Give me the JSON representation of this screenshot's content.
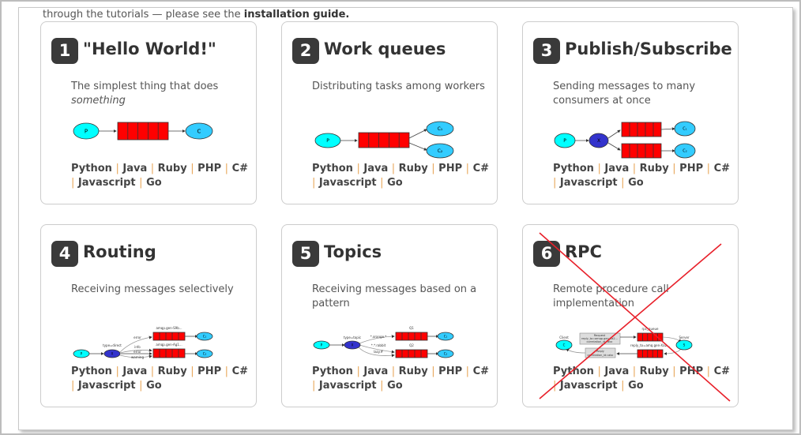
{
  "intro": {
    "text": "through the tutorials — please see the ",
    "link": "installation guide."
  },
  "colors": {
    "queue": "#ff0000",
    "producer": "#00ffff",
    "consumer": "#33ccff",
    "exchange": "#3333cc",
    "separator": "#e8a75a",
    "cross": "#e8202a"
  },
  "link_separator": "|",
  "cards": [
    {
      "num": "1",
      "title": "\"Hello World!\"",
      "desc": "The simplest thing that does ",
      "desc_em": "something",
      "diagram": "hello",
      "labels": {
        "p": "P",
        "c": "C"
      },
      "links": [
        "Python",
        "Java",
        "Ruby",
        "PHP",
        "C#",
        "Javascript",
        "Go"
      ]
    },
    {
      "num": "2",
      "title": "Work queues",
      "desc": "Distributing tasks among workers",
      "diagram": "work",
      "labels": {
        "p": "P",
        "c1": "C₁",
        "c2": "C₂"
      },
      "links": [
        "Python",
        "Java",
        "Ruby",
        "PHP",
        "C#",
        "Javascript",
        "Go"
      ]
    },
    {
      "num": "3",
      "title": "Publish/Subscribe",
      "desc": "Sending messages to many consumers at once",
      "diagram": "pubsub",
      "labels": {
        "p": "P",
        "x": "X",
        "c1": "C₁",
        "c2": "C₂"
      },
      "links": [
        "Python",
        "Java",
        "Ruby",
        "PHP",
        "C#",
        "Javascript",
        "Go"
      ]
    },
    {
      "num": "4",
      "title": "Routing",
      "desc": "Receiving messages selectively",
      "diagram": "routing",
      "labels": {
        "p": "P",
        "x": "X",
        "type": "type=direct",
        "q1": "amqp.gen-S9b...",
        "q2": "amqp.gen-Ag1...",
        "k1": "error",
        "k2": "info",
        "k3": "error",
        "k4": "warning",
        "c1": "C₁",
        "c2": "C₂"
      },
      "links": [
        "Python",
        "Java",
        "Ruby",
        "PHP",
        "C#",
        "Javascript",
        "Go"
      ]
    },
    {
      "num": "5",
      "title": "Topics",
      "desc": "Receiving messages based on a pattern",
      "diagram": "topics",
      "labels": {
        "p": "P",
        "x": "X",
        "type": "type=topic",
        "q1": "Q1",
        "q2": "Q2",
        "k1": "*.orange.*",
        "k2": "*.*.rabbit",
        "k3": "lazy.#",
        "c1": "C₁",
        "c2": "C₂"
      },
      "links": [
        "Python",
        "Java",
        "Ruby",
        "PHP",
        "C#",
        "Javascript",
        "Go"
      ]
    },
    {
      "num": "6",
      "title": "RPC",
      "desc": "Remote procedure call implementation",
      "diagram": "rpc",
      "crossed_out": true,
      "labels": {
        "client": "Client",
        "server": "Server",
        "c": "C",
        "s": "S",
        "rq": "rpc_queue",
        "rp": "reply_to=amq.gen-Xa2...",
        "req1": "Request",
        "req2": "reply_to=amqp.gen-Xa2...",
        "req3": "correlation_id=abc",
        "rep1": "Reply",
        "rep2": "correlation_id=abc"
      },
      "links": [
        "Python",
        "Java",
        "Ruby",
        "PHP",
        "C#",
        "Javascript",
        "Go"
      ]
    }
  ]
}
